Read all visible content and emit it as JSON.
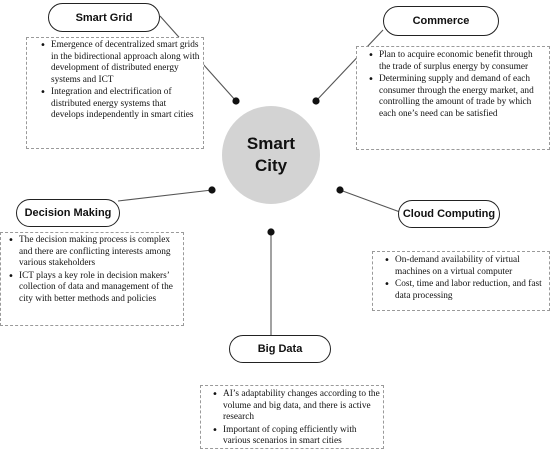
{
  "center": {
    "line1": "Smart",
    "line2": "City"
  },
  "nodes": {
    "smart_grid": {
      "title": "Smart Grid",
      "bullets": [
        "Emergence of decentralized smart grids in the bidirectional approach along with development of distributed energy systems and ICT",
        "Integration and electrification of distributed energy systems that develops independently in smart cities"
      ]
    },
    "commerce": {
      "title": "Commerce",
      "bullets": [
        "Plan to acquire economic benefit through the trade of surplus energy by consumer",
        "Determining supply and demand of each consumer through the energy market, and controlling the amount of trade by which each one’s need can be satisfied"
      ]
    },
    "decision_making": {
      "title": "Decision Making",
      "bullets": [
        "The decision making process is complex and there are conflicting interests among various stakeholders",
        "ICT plays a key role in decision makers’ collection of data and management of the city with better methods and policies"
      ]
    },
    "cloud_computing": {
      "title": "Cloud Computing",
      "bullets": [
        "On-demand availability of virtual machines on a virtual computer",
        "Cost, time and labor reduction, and fast data processing"
      ]
    },
    "big_data": {
      "title": "Big Data",
      "bullets": [
        "AI’s adaptability changes according to the volume and big data, and there is active research",
        "Important of coping efficiently with various scenarios in smart cities"
      ]
    }
  }
}
